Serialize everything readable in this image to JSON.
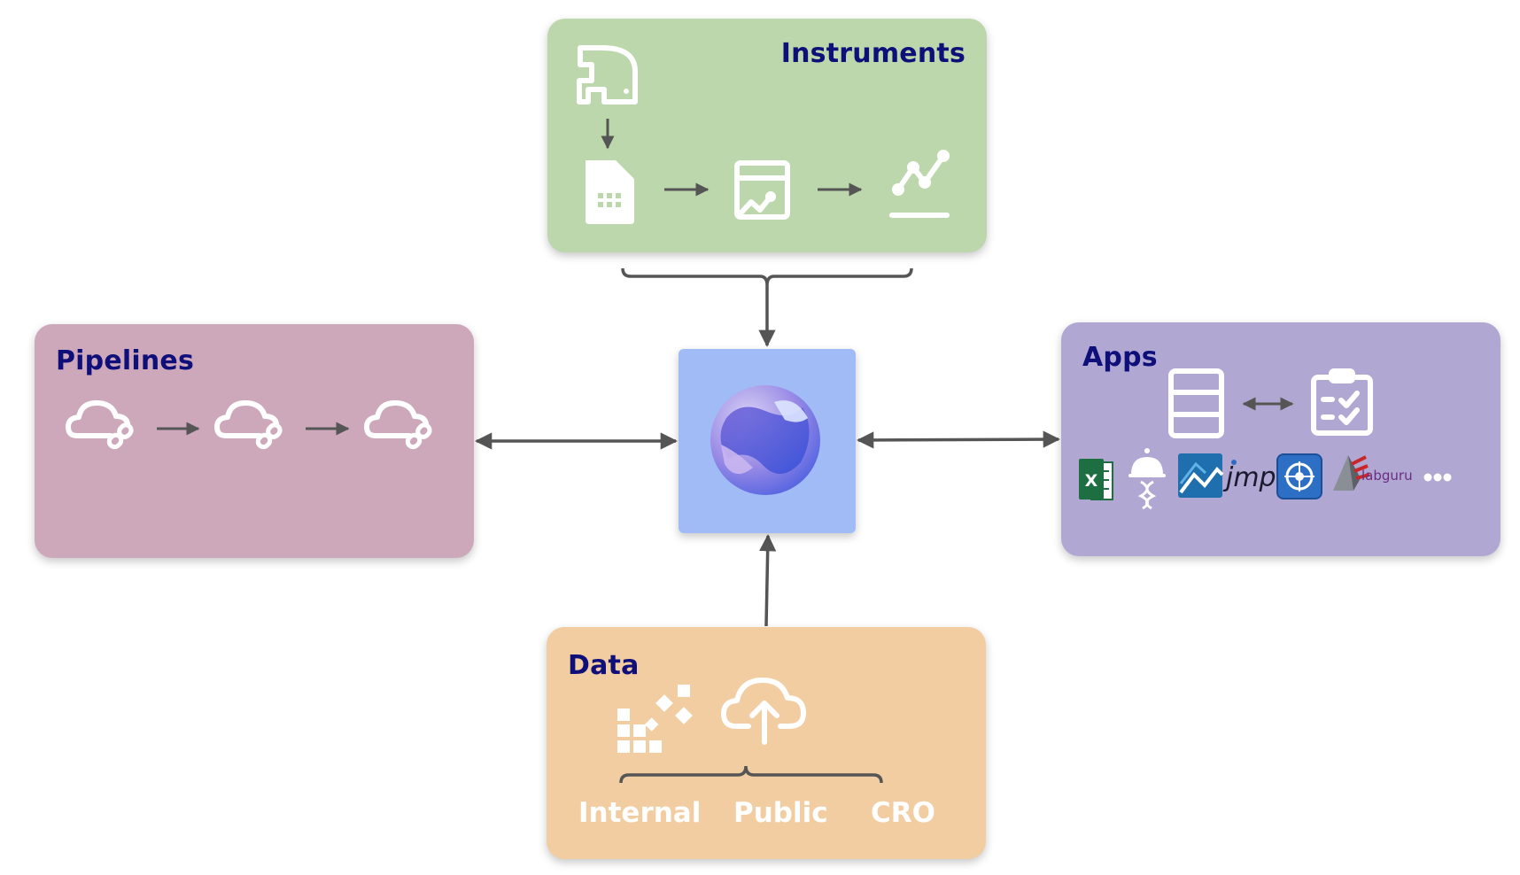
{
  "instruments": {
    "title": "Instruments"
  },
  "pipelines": {
    "title": "Pipelines"
  },
  "apps": {
    "title": "Apps",
    "logos": [
      "excel-icon",
      "dna-robot-icon",
      "mountain-icon",
      "jmp-logo",
      "target-icon",
      "pyramid-icon",
      "labguru-logo",
      "more-icon"
    ],
    "jmp_text": "jmp",
    "labguru_text": "labguru"
  },
  "data": {
    "title": "Data",
    "sources": [
      "Internal",
      "Public",
      "CRO"
    ]
  },
  "hub": {
    "icon": "platform-logo-icon"
  },
  "colors": {
    "instruments_bg": "#bcd7ab",
    "pipelines_bg": "#cda8bb",
    "apps_bg": "#b1a7d3",
    "data_bg": "#f2cda2",
    "hub_bg": "#a0bbf6",
    "title_text": "#0f0f7a",
    "connector": "#555555"
  }
}
